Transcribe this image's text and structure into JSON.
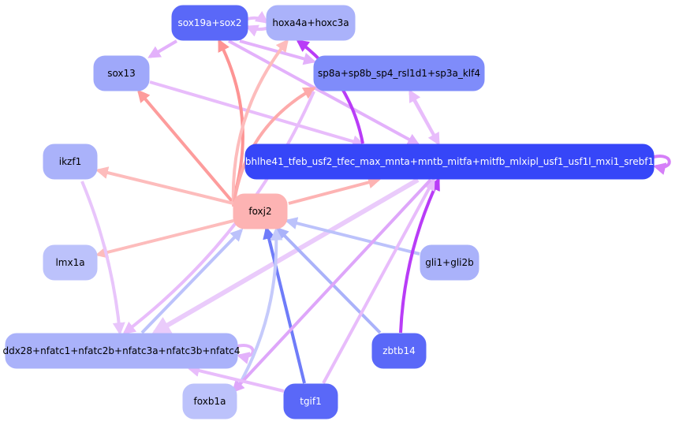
{
  "graph": {
    "type": "directed-network",
    "nodes": [
      {
        "id": "sox19a_sox2",
        "label": "sox19a+sox2",
        "fill": "#5a68f8",
        "text_color": "#ffffff"
      },
      {
        "id": "hoxa4a_hoxc3a",
        "label": "hoxa4a+hoxc3a",
        "fill": "#aab2fa",
        "text_color": "#000000"
      },
      {
        "id": "sox13",
        "label": "sox13",
        "fill": "#9fa8fa",
        "text_color": "#000000"
      },
      {
        "id": "sp8a",
        "label": "sp8a+sp8b_sp4_rsl1d1+sp3a_klf4",
        "fill": "#7f8cfa",
        "text_color": "#000000"
      },
      {
        "id": "bhlhe41",
        "label": "bhlhe41_tfeb_usf2_tfec_max_mnta+mntb_mitfa+mitfb_mlxipl_usf1_usf1l_mxi1_srebf1",
        "fill": "#3646f8",
        "text_color": "#ffffff"
      },
      {
        "id": "ikzf1",
        "label": "ikzf1",
        "fill": "#aab2fa",
        "text_color": "#000000"
      },
      {
        "id": "foxj2",
        "label": "foxj2",
        "fill": "#fdb3b3",
        "text_color": "#000000"
      },
      {
        "id": "lmx1a",
        "label": "lmx1a",
        "fill": "#bcc2fb",
        "text_color": "#000000"
      },
      {
        "id": "gli1_gli2b",
        "label": "gli1+gli2b",
        "fill": "#aab2fa",
        "text_color": "#000000"
      },
      {
        "id": "ddx28",
        "label": "ddx28+nfatc1+nfatc2b+nfatc3a+nfatc3b+nfatc4",
        "fill": "#aab2fa",
        "text_color": "#000000"
      },
      {
        "id": "zbtb14",
        "label": "zbtb14",
        "fill": "#5a68f8",
        "text_color": "#ffffff"
      },
      {
        "id": "foxb1a",
        "label": "foxb1a",
        "fill": "#bcc2fb",
        "text_color": "#000000"
      },
      {
        "id": "tgif1",
        "label": "tgif1",
        "fill": "#5a68f8",
        "text_color": "#ffffff"
      }
    ],
    "edges": [
      {
        "from": "sox19a_sox2",
        "to": "hoxa4a_hoxc3a",
        "color": "#e8bcfb"
      },
      {
        "from": "hoxa4a_hoxc3a",
        "to": "sox19a_sox2",
        "color": "#e8bcfb"
      },
      {
        "from": "sox19a_sox2",
        "to": "sox13",
        "color": "#e3b1fb"
      },
      {
        "from": "sox19a_sox2",
        "to": "sp8a",
        "color": "#e3b1fb"
      },
      {
        "from": "sox19a_sox2",
        "to": "bhlhe41",
        "color": "#e3b1fb"
      },
      {
        "from": "sox13",
        "to": "bhlhe41",
        "color": "#e8bcfb"
      },
      {
        "from": "sp8a",
        "to": "bhlhe41",
        "color": "#e8bcfb"
      },
      {
        "from": "bhlhe41",
        "to": "sp8a",
        "color": "#e8bcfb"
      },
      {
        "from": "bhlhe41",
        "to": "hoxa4a_hoxc3a",
        "color": "#b93cf7"
      },
      {
        "from": "bhlhe41",
        "to": "bhlhe41",
        "color": "#d57ff8"
      },
      {
        "from": "foxj2",
        "to": "sox19a_sox2",
        "color": "#fd9494"
      },
      {
        "from": "foxj2",
        "to": "sox13",
        "color": "#fd9c9c"
      },
      {
        "from": "foxj2",
        "to": "hoxa4a_hoxc3a",
        "color": "#fdbcbc"
      },
      {
        "from": "foxj2",
        "to": "sp8a",
        "color": "#fdaaaa"
      },
      {
        "from": "foxj2",
        "to": "ikzf1",
        "color": "#fdbcbc"
      },
      {
        "from": "foxj2",
        "to": "lmx1a",
        "color": "#fdbcbc"
      },
      {
        "from": "foxj2",
        "to": "bhlhe41",
        "color": "#fdb3b3"
      },
      {
        "from": "sp8a",
        "to": "ddx28",
        "color": "#e8bcfb"
      },
      {
        "from": "ikzf1",
        "to": "ddx28",
        "color": "#e8c5fb"
      },
      {
        "from": "bhlhe41",
        "to": "ddx28",
        "color": "#eacbfb"
      },
      {
        "from": "ddx28",
        "to": "ddx28",
        "color": "#e3b1fb"
      },
      {
        "from": "ddx28",
        "to": "foxj2",
        "color": "#bcc2fb"
      },
      {
        "from": "gli1_gli2b",
        "to": "foxj2",
        "color": "#bcc2fb"
      },
      {
        "from": "zbtb14",
        "to": "foxj2",
        "color": "#aab2fa"
      },
      {
        "from": "tgif1",
        "to": "foxj2",
        "color": "#6f7cf9"
      },
      {
        "from": "foxb1a",
        "to": "foxj2",
        "color": "#c5cafb"
      },
      {
        "from": "zbtb14",
        "to": "bhlhe41",
        "color": "#b93cf7"
      },
      {
        "from": "tgif1",
        "to": "bhlhe41",
        "color": "#e8bcfb"
      },
      {
        "from": "bhlhe41",
        "to": "foxb1a",
        "color": "#dea6fa"
      },
      {
        "from": "tgif1",
        "to": "ddx28",
        "color": "#e8bcfb"
      }
    ]
  }
}
